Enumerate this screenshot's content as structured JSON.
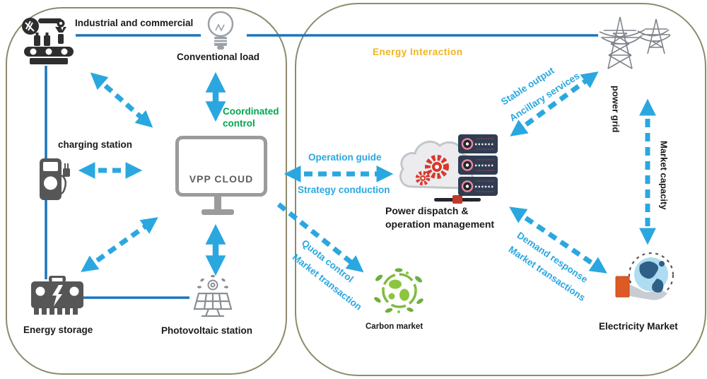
{
  "colors": {
    "arrow_cyan": "#2BA7E0",
    "line_blue": "#1B75BC",
    "accent_green": "#00A651",
    "accent_gold": "#F2B31C",
    "panel_border": "#8E8A6C",
    "text_black": "#1A1A1A"
  },
  "left_panel": {
    "industrial_commercial": "Industrial and commercial",
    "conventional_load": "Conventional load",
    "coordinated_control": "Coordinated control",
    "charging_station": "charging station",
    "vpp_cloud": "VPP CLOUD",
    "energy_storage": "Energy storage",
    "photovoltaic_station": "Photovoltaic station"
  },
  "right_panel": {
    "energy_interaction": "Energy Interaction",
    "power_grid": "power grid",
    "stable_output": "Stable output",
    "ancillary_services": "Ancillary services",
    "operation_guide": "Operation guide",
    "strategy_conduction": "Strategy conduction",
    "power_dispatch_line1": "Power dispatch &",
    "power_dispatch_line2": "operation management",
    "quota_control": "Quota control",
    "market_transaction": "Market transaction",
    "carbon_market": "Carbon market",
    "demand_response": "Demand response",
    "market_transactions": "Market transactions",
    "market_capacity": "Market capacity",
    "electricity_market": "Electricity Market"
  }
}
